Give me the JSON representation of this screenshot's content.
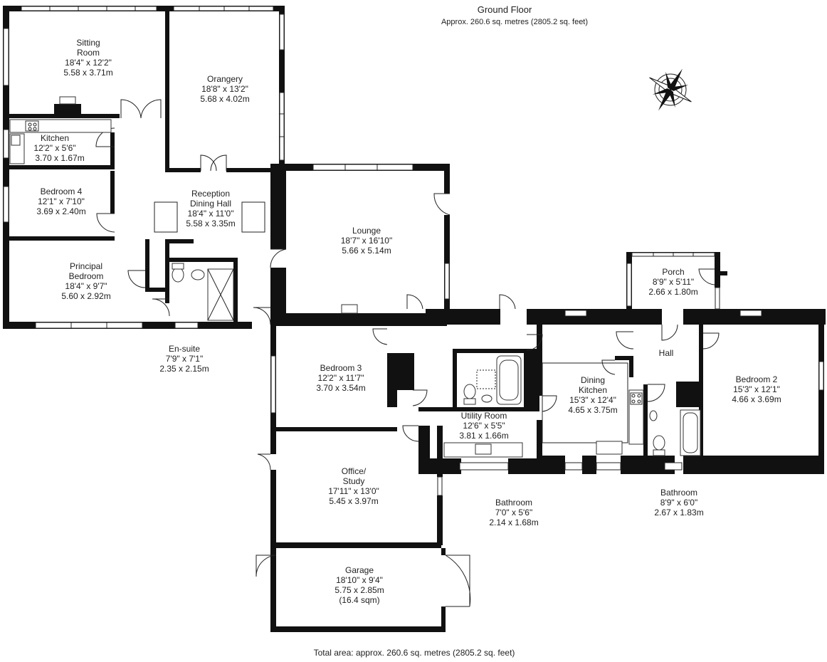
{
  "header": {
    "floor_title": "Ground Floor",
    "floor_area": "Approx. 260.6 sq. metres (2805.2 sq. feet)"
  },
  "footer": {
    "total_area": "Total area: approx. 260.6 sq. metres (2805.2 sq. feet)"
  },
  "rooms": [
    {
      "id": "sitting-room",
      "lines": [
        "Sitting",
        "Room",
        "18'4\" x 12'2\"",
        "5.58 x 3.71m"
      ]
    },
    {
      "id": "orangery",
      "lines": [
        "Orangery",
        "18'8\" x 13'2\"",
        "5.68 x 4.02m"
      ]
    },
    {
      "id": "kitchen",
      "lines": [
        "Kitchen",
        "12'2\" x 5'6\"",
        "3.70 x 1.67m"
      ]
    },
    {
      "id": "bedroom-4",
      "lines": [
        "Bedroom 4",
        "12'1\" x 7'10\"",
        "3.69 x 2.40m"
      ]
    },
    {
      "id": "reception-dining-hall",
      "lines": [
        "Reception",
        "Dining Hall",
        "18'4\" x 11'0\"",
        "5.58 x 3.35m"
      ]
    },
    {
      "id": "principal-bedroom",
      "lines": [
        "Principal",
        "Bedroom",
        "18'4\" x 9'7\"",
        "5.60 x 2.92m"
      ]
    },
    {
      "id": "en-suite",
      "lines": [
        "En-suite",
        "7'9\" x 7'1\"",
        "2.35 x 2.15m"
      ]
    },
    {
      "id": "lounge",
      "lines": [
        "Lounge",
        "18'7\" x 16'10\"",
        "5.66 x 5.14m"
      ]
    },
    {
      "id": "porch",
      "lines": [
        "Porch",
        "8'9\" x 5'11\"",
        "2.66 x 1.80m"
      ]
    },
    {
      "id": "hall",
      "lines": [
        "Hall"
      ]
    },
    {
      "id": "bedroom-3",
      "lines": [
        "Bedroom 3",
        "12'2\" x 11'7\"",
        "3.70 x 3.54m"
      ]
    },
    {
      "id": "dining-kitchen",
      "lines": [
        "Dining",
        "Kitchen",
        "15'3\" x 12'4\"",
        "4.65 x 3.75m"
      ]
    },
    {
      "id": "bedroom-2",
      "lines": [
        "Bedroom 2",
        "15'3\" x 12'1\"",
        "4.66 x 3.69m"
      ]
    },
    {
      "id": "utility-room",
      "lines": [
        "Utility Room",
        "12'6\" x 5'5\"",
        "3.81 x 1.66m"
      ]
    },
    {
      "id": "office-study",
      "lines": [
        "Office/",
        "Study",
        "17'11\" x 13'0\"",
        "5.45 x 3.97m"
      ]
    },
    {
      "id": "bathroom-1",
      "lines": [
        "Bathroom",
        "7'0\" x 5'6\"",
        "2.14 x 1.68m"
      ]
    },
    {
      "id": "bathroom-2",
      "lines": [
        "Bathroom",
        "8'9\" x 6'0\"",
        "2.67 x 1.83m"
      ]
    },
    {
      "id": "garage",
      "lines": [
        "Garage",
        "18'10\" x 9'4\"",
        "5.75 x 2.85m",
        "(16.4 sqm)"
      ]
    }
  ],
  "icons": {
    "compass": "compass-rose-icon",
    "entrance": "entrance-arrow-icon"
  },
  "colors": {
    "wall": "#111111",
    "line": "#222222",
    "background": "#ffffff"
  }
}
